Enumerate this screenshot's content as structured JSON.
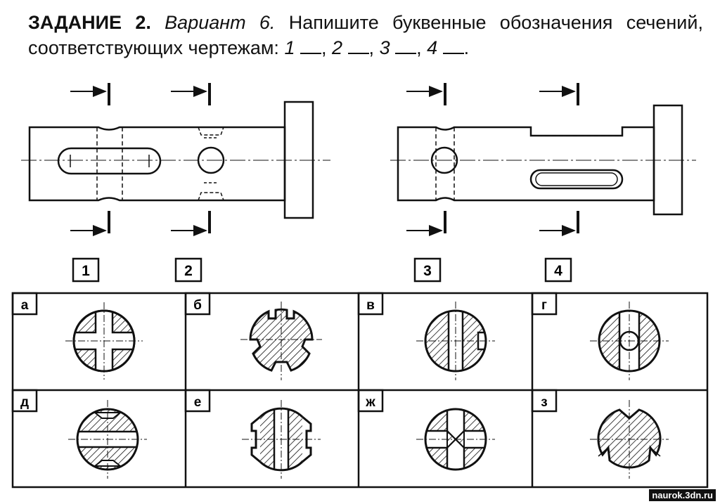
{
  "task": {
    "heading": "ЗАДАНИЕ 2.",
    "variant": "Вариант 6.",
    "instruction": "Напишите буквенные обозначения сечений, соответствующих чертежам:",
    "placeholders": [
      "1",
      "2",
      "3",
      "4"
    ]
  },
  "drawing_labels": [
    "1",
    "2",
    "3",
    "4"
  ],
  "section_labels": [
    "а",
    "б",
    "в",
    "г",
    "д",
    "е",
    "ж",
    "з"
  ],
  "watermark": "naurok.3dn.ru"
}
